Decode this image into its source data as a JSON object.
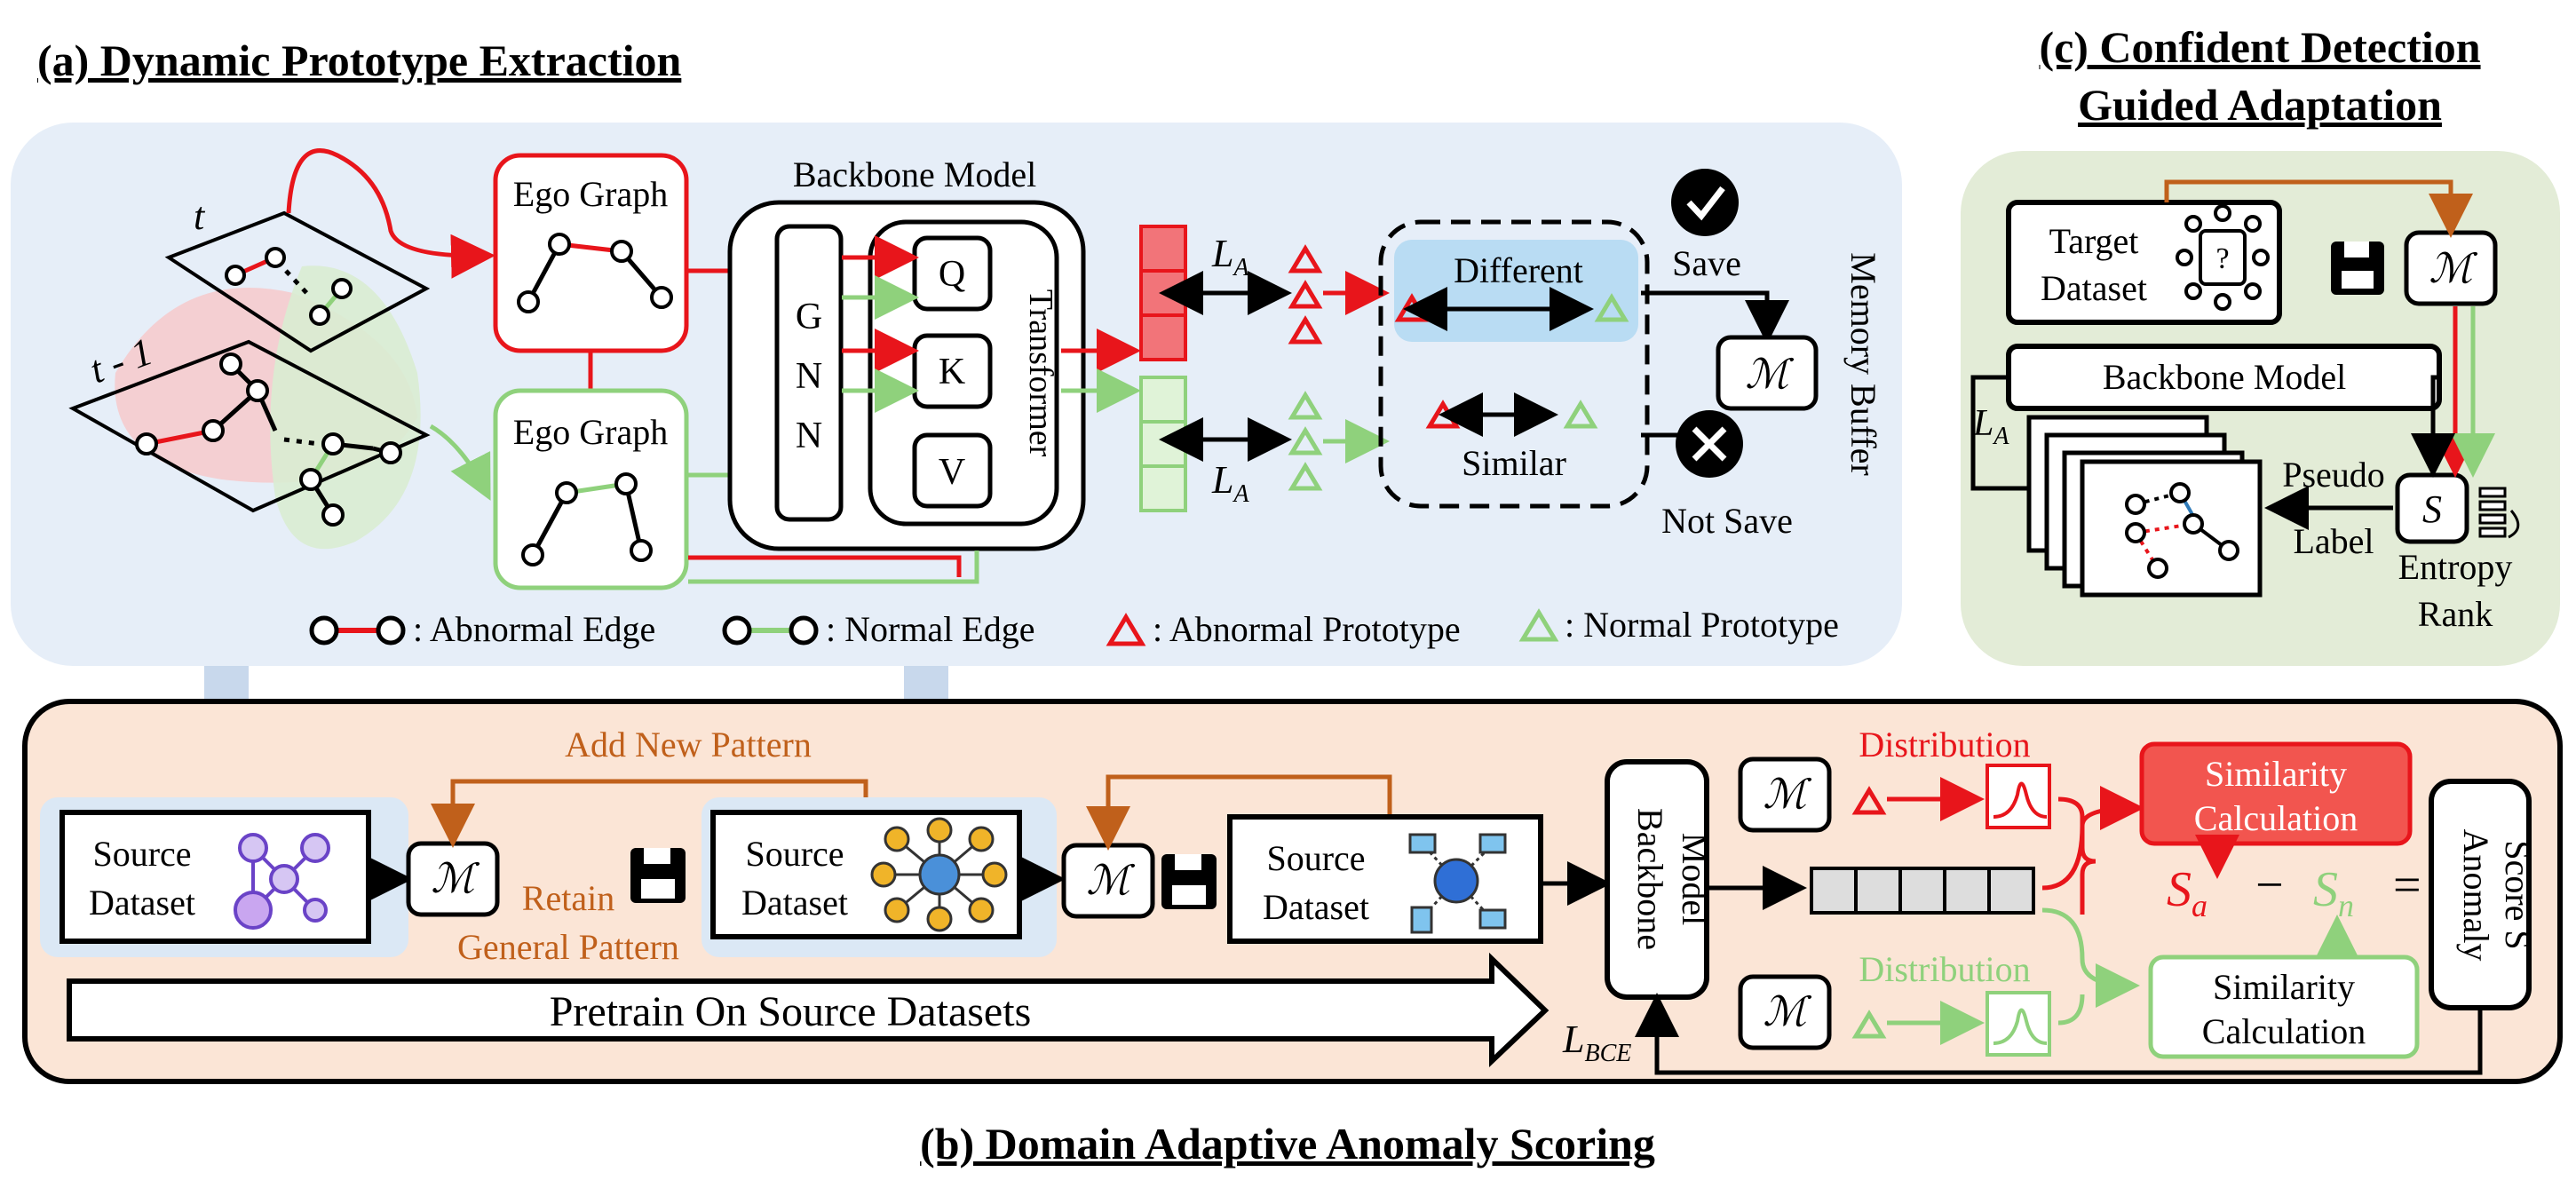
{
  "section_a": {
    "title": "(a) Dynamic Prototype Extraction",
    "label_t": "t",
    "label_t1": "t - 1",
    "ego_graph_top": "Ego Graph",
    "ego_graph_bottom": "Ego Graph",
    "backbone_title": "Backbone Model",
    "gnn_g": "G",
    "gnn_n1": "N",
    "gnn_n2": "N",
    "q": "Q",
    "k": "K",
    "v": "V",
    "transformer": "Transformer",
    "la_top": "L",
    "la_top_sub": "A",
    "la_bottom": "L",
    "la_bottom_sub": "A",
    "different": "Different",
    "similar": "Similar",
    "save": "Save",
    "not_save": "Not Save",
    "memory_buffer": "Memory Buffer",
    "memory_symbol": "ℳ",
    "legend_abnormal_edge": ": Abnormal Edge",
    "legend_normal_edge": ": Normal Edge",
    "legend_abnormal_proto": ": Abnormal Prototype",
    "legend_normal_proto": ": Normal Prototype"
  },
  "section_b": {
    "title": "(b) Domain Adaptive Anomaly Scoring",
    "source1_line1": "Source",
    "source1_line2": "Dataset",
    "source2_line1": "Source",
    "source2_line2": "Dataset",
    "source3_line1": "Source",
    "source3_line2": "Dataset",
    "add_new_pattern": "Add New Pattern",
    "retain": "Retain",
    "general_pattern": "General Pattern",
    "pretrain": "Pretrain On Source Datasets",
    "backbone_line1": "Backbone",
    "backbone_line2": "Model",
    "m_top": "ℳ",
    "m_bottom": "ℳ",
    "m1": "ℳ",
    "m2": "ℳ",
    "distribution_top": "Distribution",
    "distribution_bottom": "Distribution",
    "sim_calc_top_1": "Similarity",
    "sim_calc_top_2": "Calculation",
    "sim_calc_bot_1": "Similarity",
    "sim_calc_bot_2": "Calculation",
    "sa": "S",
    "sa_sub": "a",
    "minus": "−",
    "sn": "S",
    "sn_sub": "n",
    "equals": "=",
    "anomaly_line1": "Anomaly",
    "anomaly_line2": "Score S",
    "lbce": "L",
    "lbce_sub": "BCE"
  },
  "section_c": {
    "title_line1": "(c) Confident Detection",
    "title_line2": "Guided Adaptation",
    "target_line1": "Target",
    "target_line2": "Dataset",
    "m": "ℳ",
    "backbone": "Backbone Model",
    "la": "L",
    "la_sub": "A",
    "pseudo": "Pseudo",
    "label": "Label",
    "s": "S",
    "entropy": "Entropy",
    "rank": "Rank"
  },
  "colors": {
    "red": "#e8151b",
    "green": "#8fd17c",
    "orange": "#c0601b",
    "panel_a": "#e6eef8",
    "panel_b": "#fbe5d6",
    "panel_c": "#e3ecd7",
    "blue_box": "#dbe8f5"
  }
}
